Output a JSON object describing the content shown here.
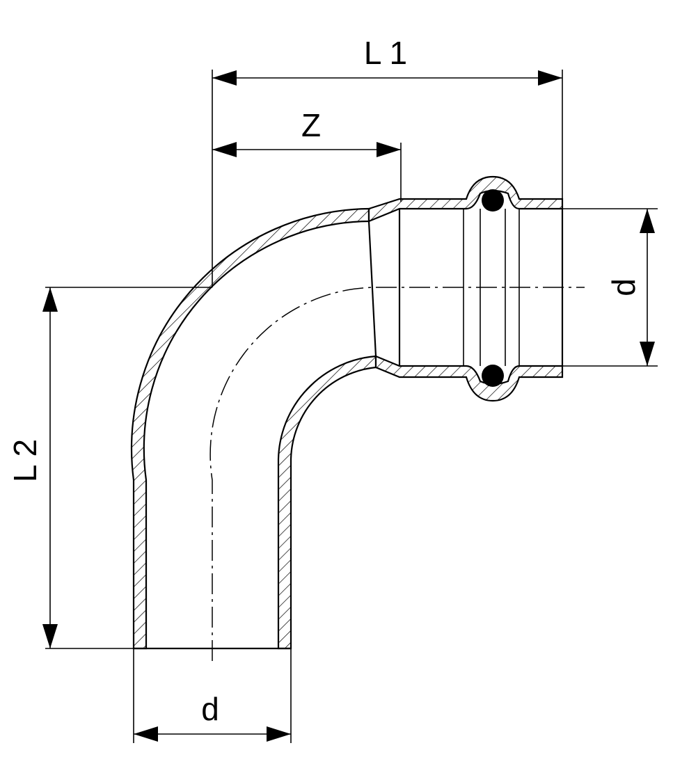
{
  "diagram": {
    "labels": {
      "l1": "L 1",
      "z": "Z",
      "l2": "L 2",
      "d_right": "d",
      "d_bottom": "d"
    },
    "colors": {
      "line": "#000000",
      "background": "#ffffff"
    }
  }
}
